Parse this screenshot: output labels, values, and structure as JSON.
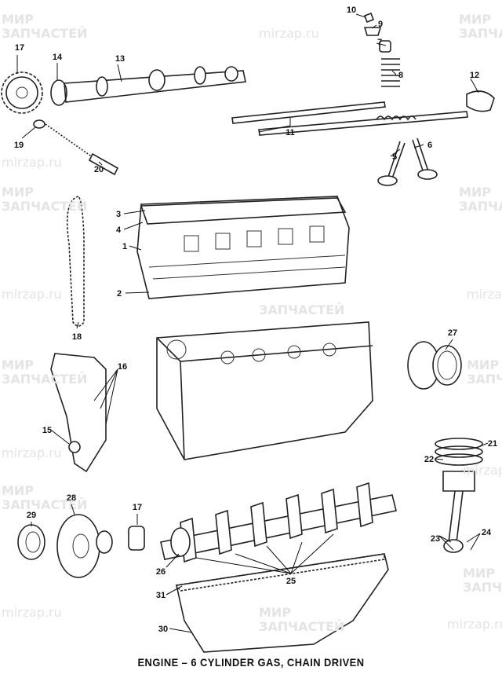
{
  "watermark": {
    "line1": "МИР",
    "line2": "ЗАПЧАСТЕЙ",
    "url": "mirzap.ru"
  },
  "callouts": {
    "c10": "10",
    "c9": "9",
    "c7": "7",
    "c8": "8",
    "c12": "12",
    "c11": "11",
    "c6": "6",
    "c5": "5",
    "c17a": "17",
    "c14": "14",
    "c13": "13",
    "c19": "19",
    "c20": "20",
    "c3": "3",
    "c4": "4",
    "c1": "1",
    "c2": "2",
    "c18": "18",
    "c27": "27",
    "c16": "16",
    "c15": "15",
    "c21": "21",
    "c22": "22",
    "c28": "28",
    "c29": "29",
    "c17b": "17",
    "c24": "24",
    "c23": "23",
    "c26": "26",
    "c25": "25",
    "c31": "31",
    "c30": "30"
  },
  "caption": "ENGINE – 6 CYLINDER GAS, CHAIN DRIVEN"
}
